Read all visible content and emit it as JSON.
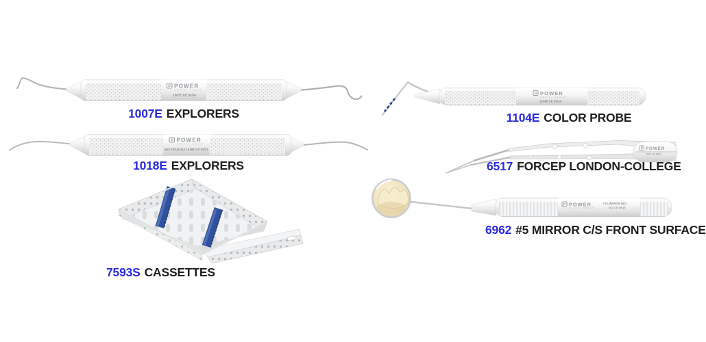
{
  "page": {
    "background": "#ffffff"
  },
  "palette": {
    "part_number_blue": "#2b2bdf",
    "label_dark": "#202022",
    "cassette_rail_blue": "#31519f",
    "probe_band_blue": "#2a458f",
    "instrument_metal": "#e9e9e9"
  },
  "brand": {
    "mark": "P",
    "name": "POWER",
    "subtitle": "DENTAL GROUP"
  },
  "products": [
    {
      "id": "explorer-1007e",
      "code": "1007E",
      "name": "EXPLORERS",
      "engraving": "1007E CE 02/24"
    },
    {
      "id": "explorer-1018e",
      "code": "1018E",
      "name": "EXPLORERS",
      "engraving": "6EZ ODU11/12  1018E CE 03/21"
    },
    {
      "id": "cassette-7593s",
      "code": "7593S",
      "name": "CASSETTES"
    },
    {
      "id": "color-probe-1104e",
      "code": "1104E",
      "name": "COLOR PROBE",
      "engraving": "1104E CE 02/24"
    },
    {
      "id": "forcep-6517",
      "code": "6517",
      "name": "FORCEP LONDON-COLLEGE",
      "engraving": "6517 CE 06/21"
    },
    {
      "id": "mirror-6962",
      "code": "6962",
      "name": "#5 MIRROR C/S FRONT SURFACE",
      "engraving": "C/S MIRROR 6911",
      "engraving2": "6EZ CE 09/15"
    }
  ]
}
